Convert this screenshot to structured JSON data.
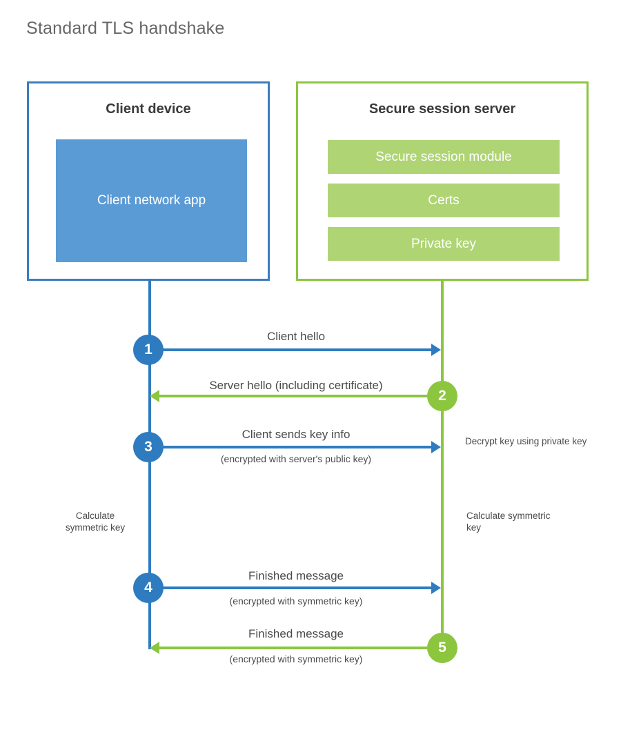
{
  "title": "Standard TLS handshake",
  "colors": {
    "client_accent": "#2E7CBF",
    "client_border": "#3C7DBF",
    "client_block": "#5B9BD5",
    "server_accent": "#8CC63F",
    "server_block": "#AFD474",
    "title_text": "#676767",
    "body_text": "#4A4A4A",
    "heading_text": "#3B3B3B",
    "background": "#FFFFFF"
  },
  "entities": {
    "client": {
      "title": "Client device",
      "block_label": "Client network app"
    },
    "server": {
      "title": "Secure session server",
      "bars": [
        "Secure session module",
        "Certs",
        "Private key"
      ]
    }
  },
  "steps": [
    {
      "number": "1",
      "label": "Client hello",
      "sublabel": "",
      "direction": "client-to-server",
      "color": "blue"
    },
    {
      "number": "2",
      "label": "Server hello (including certificate)",
      "sublabel": "",
      "direction": "server-to-client",
      "color": "green"
    },
    {
      "number": "3",
      "label": "Client sends key info",
      "sublabel": "(encrypted with server's public key)",
      "direction": "client-to-server",
      "color": "blue"
    },
    {
      "number": "4",
      "label": "Finished message",
      "sublabel": "(encrypted with symmetric key)",
      "direction": "client-to-server",
      "color": "blue"
    },
    {
      "number": "5",
      "label": "Finished message",
      "sublabel": "(encrypted with symmetric key)",
      "direction": "server-to-client",
      "color": "green"
    }
  ],
  "annotations": {
    "decrypt_key": "Decrypt key using private key",
    "client_calculate": "Calculate symmetric key",
    "server_calculate": "Calculate symmetric key"
  }
}
